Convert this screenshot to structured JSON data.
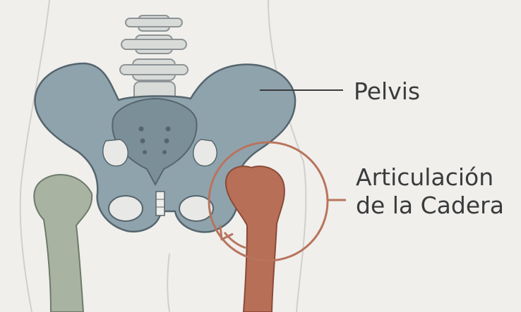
{
  "labels": {
    "pelvis": "Pelvis",
    "hip_joint_line1": "Articulación",
    "hip_joint_line2": "de la Cadera"
  },
  "colors": {
    "background": "#f0efec",
    "bone_blue": "#8fa3ad",
    "bone_dark": "#56656d",
    "femur_green": "#a8b3a2",
    "femur_highlight": "#b86f58",
    "circle_accent": "#b8745d",
    "leader_line": "#3a3b3d"
  }
}
